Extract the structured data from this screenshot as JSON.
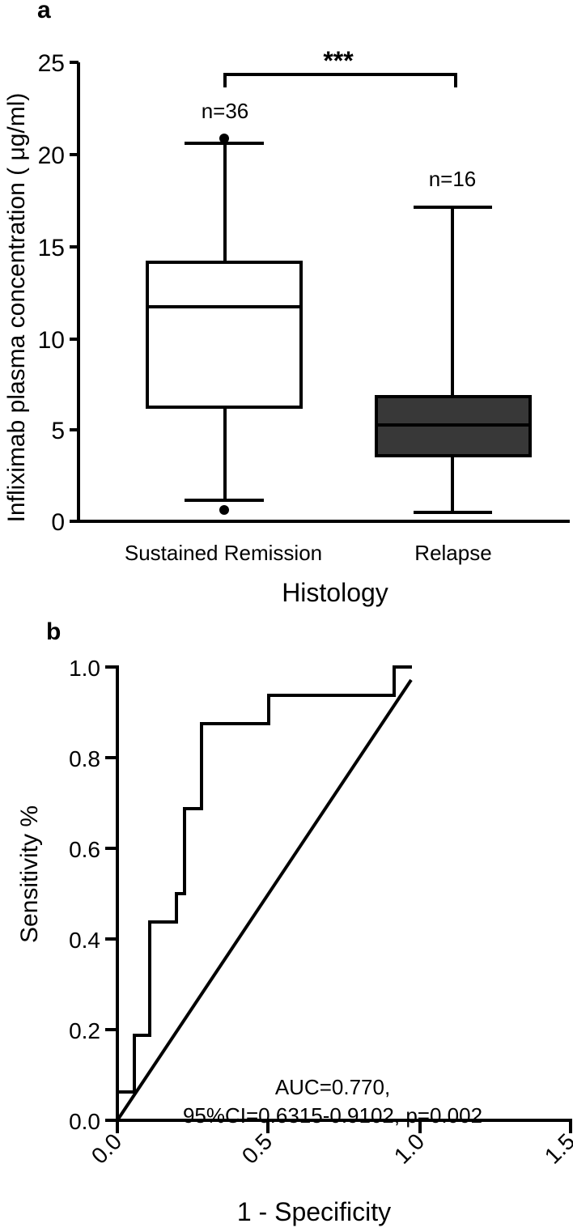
{
  "chart_data": [
    {
      "panel": "a",
      "type": "box",
      "xlabel": "Histology",
      "ylabel": "Infliximab plasma concentration ( μg/ml)",
      "ylim": [
        0,
        25
      ],
      "yticks": [
        0,
        5,
        10,
        15,
        20,
        25
      ],
      "categories": [
        "Sustained Remission",
        "Relapse"
      ],
      "series": [
        {
          "name": "Sustained Remission",
          "n_label": "n=36",
          "whisker_low": 1.15,
          "q1": 6.2,
          "median": 11.7,
          "q3": 14.1,
          "whisker_high": 20.6,
          "outliers": [
            20.8,
            0.6
          ],
          "fill": "#ffffff"
        },
        {
          "name": "Relapse",
          "n_label": "n=16",
          "whisker_low": 0.5,
          "q1": 3.6,
          "median": 5.2,
          "q3": 6.8,
          "whisker_high": 17.1,
          "outliers": [],
          "fill": "#383838"
        }
      ],
      "annotations": [
        {
          "type": "significance-bracket",
          "between": [
            "Sustained Remission",
            "Relapse"
          ],
          "label": "***"
        }
      ]
    },
    {
      "panel": "b",
      "type": "line",
      "title": "",
      "xlabel": "1 - Specificity",
      "ylabel": "Sensitivity  %",
      "xlim": [
        0,
        1.5
      ],
      "ylim": [
        0,
        1.0
      ],
      "xticks": [
        "0.0",
        "0.5",
        "1.0",
        "1.5"
      ],
      "yticks": [
        "0.0",
        "0.2",
        "0.4",
        "0.6",
        "0.8",
        "1.0"
      ],
      "series": [
        {
          "name": "ROC curve",
          "x": [
            0,
            0,
            0.056,
            0.056,
            0.107,
            0.107,
            0.196,
            0.196,
            0.222,
            0.222,
            0.278,
            0.278,
            0.5,
            0.5,
            0.914,
            0.914,
            0.97
          ],
          "y": [
            0,
            0.0625,
            0.0625,
            0.1875,
            0.1875,
            0.4375,
            0.4375,
            0.5,
            0.5,
            0.6875,
            0.6875,
            0.875,
            0.875,
            0.9375,
            0.9375,
            1.0,
            1.0
          ]
        },
        {
          "name": "Reference line",
          "x": [
            0,
            0.97
          ],
          "y": [
            0,
            0.97
          ]
        }
      ],
      "annotations": [
        {
          "text": "AUC=0.770,"
        },
        {
          "text": "95%CI=0.6315-0.9102, p=0.002"
        }
      ]
    }
  ],
  "panels": {
    "a": {
      "label": "a",
      "ylabel": "Infliximab plasma concentration ( μg/ml)",
      "xlabel": "Histology",
      "yticks": [
        "0",
        "5",
        "10",
        "15",
        "20",
        "25"
      ],
      "categories": [
        "Sustained Remission",
        "Relapse"
      ],
      "n_labels": [
        "n=36",
        "n=16"
      ],
      "significance": "***"
    },
    "b": {
      "label": "b",
      "ylabel": "Sensitivity  %",
      "xlabel": "1 - Specificity",
      "yticks": [
        "0.0",
        "0.2",
        "0.4",
        "0.6",
        "0.8",
        "1.0"
      ],
      "xticks": [
        "0.0",
        "0.5",
        "1.0",
        "1.5"
      ],
      "auc_line": "AUC=0.770,",
      "ci_line": "95%CI=0.6315-0.9102, p=0.002"
    }
  }
}
